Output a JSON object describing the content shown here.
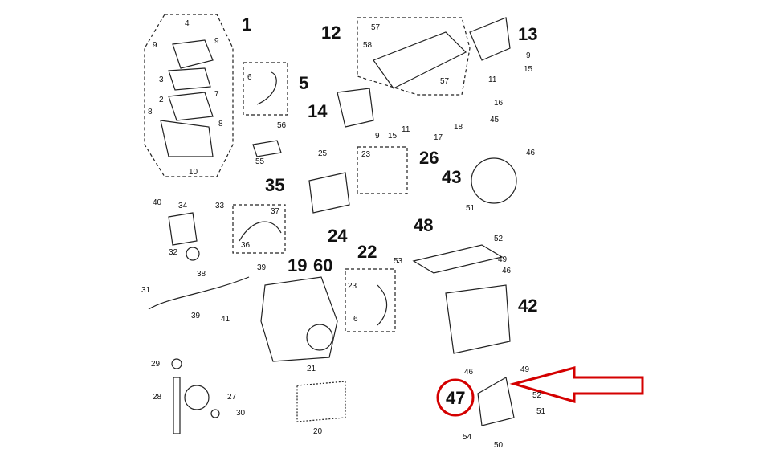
{
  "labels": {
    "g1": "1",
    "g5": "5",
    "g12": "12",
    "g13": "13",
    "g14": "14",
    "g19": "19",
    "g60": "60",
    "g22": "22",
    "g24": "24",
    "g26": "26",
    "g35": "35",
    "g42": "42",
    "g43": "43",
    "g47": "47",
    "g48": "48",
    "p2": "2",
    "p3": "3",
    "p4": "4",
    "p6a": "6",
    "p6b": "6",
    "p7": "7",
    "p8a": "8",
    "p8b": "8",
    "p9a": "9",
    "p9b": "9",
    "p9c": "9",
    "p9d": "9",
    "p10": "10",
    "p11a": "11",
    "p11b": "11",
    "p15a": "15",
    "p15b": "15",
    "p16": "16",
    "p17": "17",
    "p18": "18",
    "p20": "20",
    "p21": "21",
    "p23a": "23",
    "p23b": "23",
    "p25": "25",
    "p27": "27",
    "p28": "28",
    "p29": "29",
    "p30": "30",
    "p31": "31",
    "p32": "32",
    "p33": "33",
    "p34": "34",
    "p36": "36",
    "p37": "37",
    "p38": "38",
    "p39a": "39",
    "p39b": "39",
    "p40": "40",
    "p41": "41",
    "p45": "45",
    "p46a": "46",
    "p46b": "46",
    "p46c": "46",
    "p49a": "49",
    "p49b": "49",
    "p50": "50",
    "p51a": "51",
    "p51b": "51",
    "p52a": "52",
    "p52b": "52",
    "p53": "53",
    "p54": "54",
    "p55": "55",
    "p56": "56",
    "p57a": "57",
    "p57b": "57",
    "p58": "58"
  },
  "colors": {
    "line": "#222222",
    "highlight": "#d40000",
    "boxdash": "#333333"
  }
}
